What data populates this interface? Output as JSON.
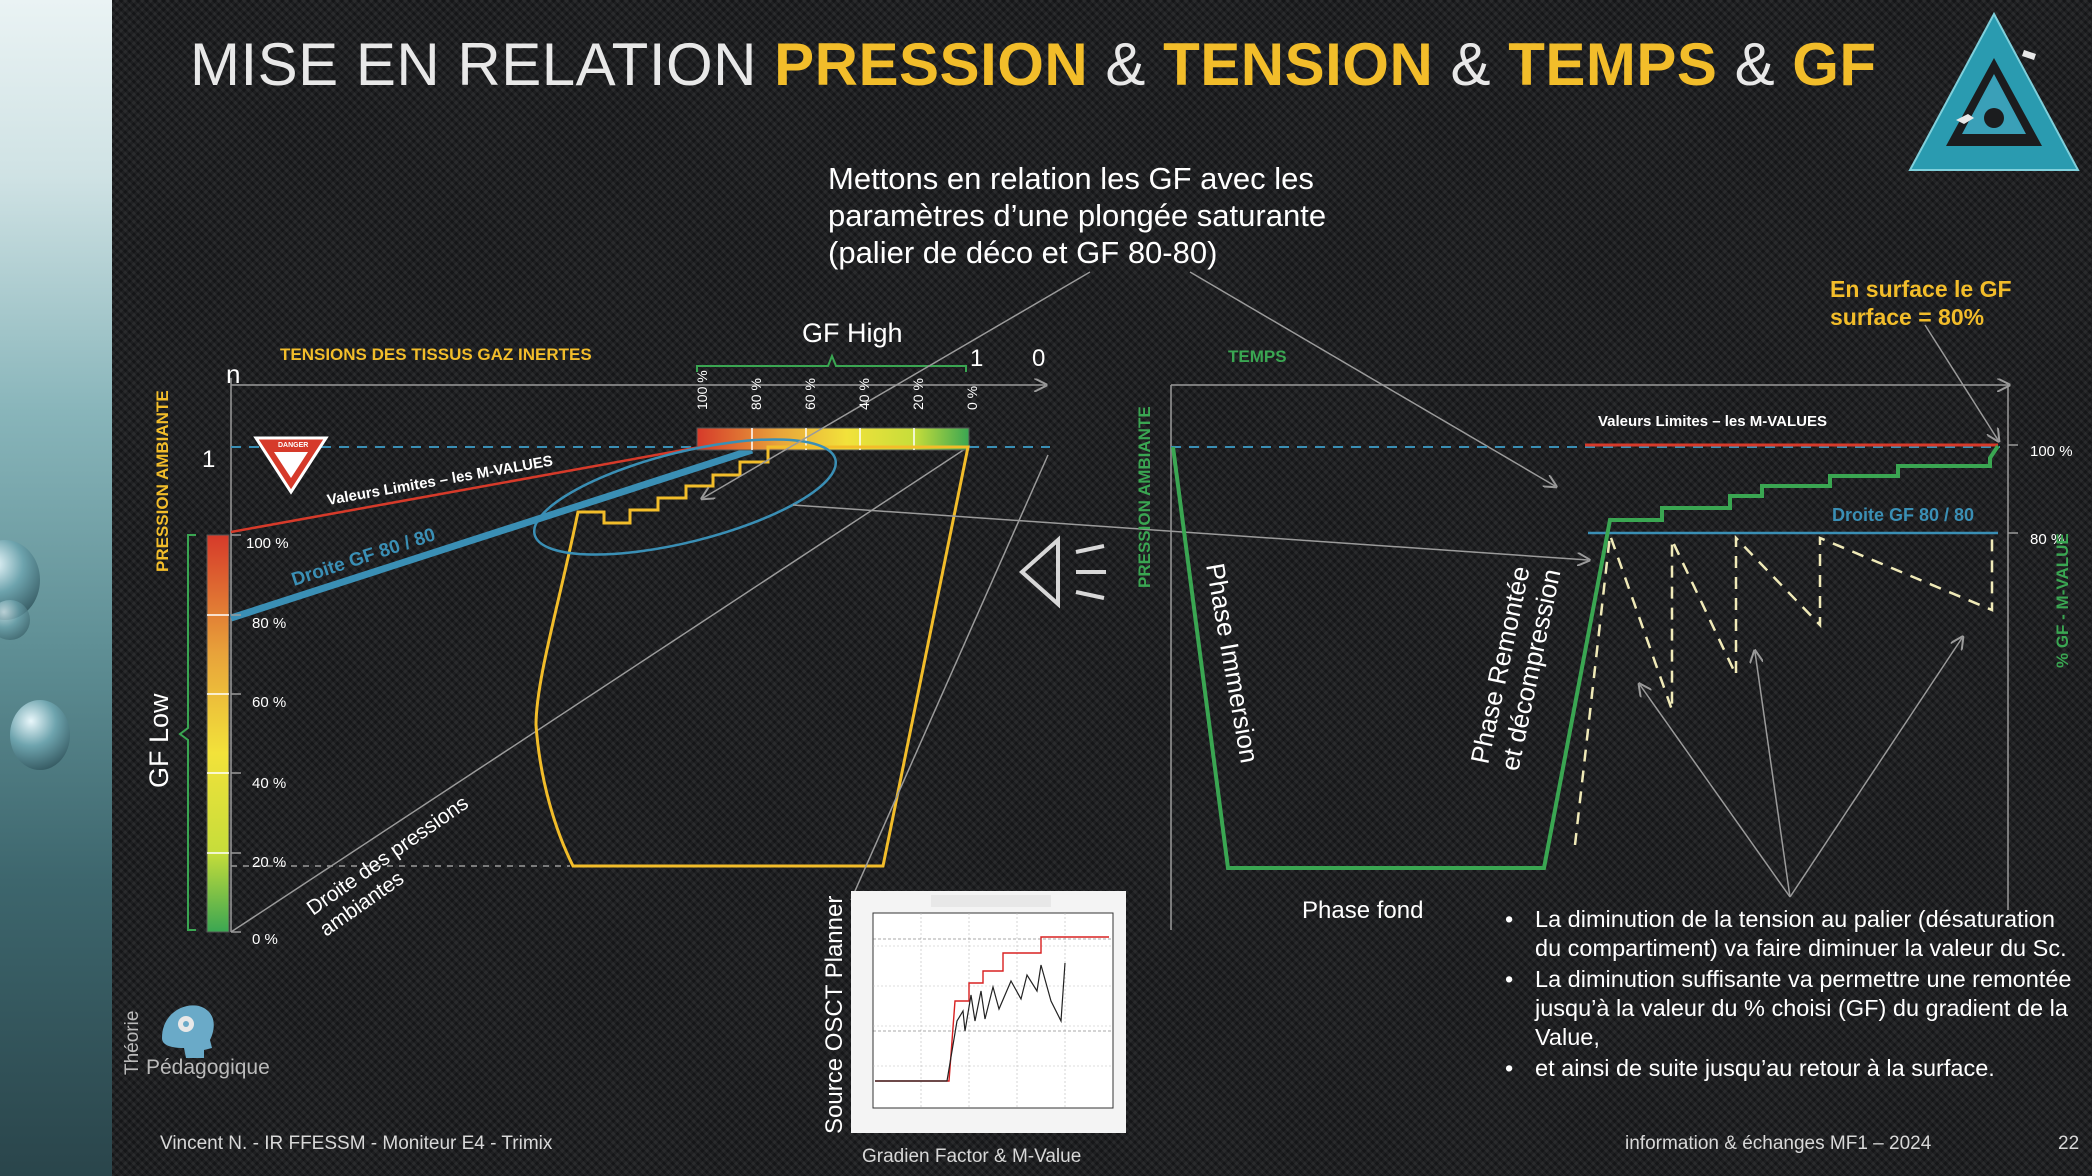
{
  "title": {
    "prefix": "MISE EN RELATION",
    "w1": "PRESSION",
    "amp1": "&",
    "w2": "TENSION",
    "amp2": "&",
    "w3": "TEMPS",
    "amp3": "&",
    "w4": "GF"
  },
  "intro": {
    "line1": "Mettons en relation les GF avec les",
    "line2": "paramètres d’une plongée saturante",
    "line3": "(palier de déco et GF 80-80)"
  },
  "left_diagram": {
    "tensions_label": "TENSIONS DES TISSUS GAZ INERTES",
    "pression_ambiante": "PRESSION AMBIANTE",
    "n_label": "n",
    "one_label": "1",
    "gf_high": "GF High",
    "gf_high_one": "1",
    "gf_high_zero": "0",
    "gf_low": "GF Low",
    "m_values": "Valeurs Limites – les M-VALUES",
    "droite_gf": "Droite GF 80 / 80",
    "droite_pressions_1": "Droite des pressions",
    "droite_pressions_2": "ambiantes",
    "top_scale": [
      "100 %",
      "80 %",
      "60 %",
      "40 %",
      "20 %",
      "0 %"
    ],
    "side_scale": [
      "100 %",
      "80 %",
      "60 %",
      "40 %",
      "20 %",
      "0 %"
    ],
    "danger_sign": "DANGER"
  },
  "right_diagram": {
    "temps": "TEMPS",
    "pression_ambiante": "PRESSION AMBIANTE",
    "surface_note_1": "En surface le GF",
    "surface_note_2": "surface = 80%",
    "m_values": "Valeurs Limites – les M-VALUES",
    "droite_gf": "Droite GF 80 / 80",
    "pct_100": "100 %",
    "pct_80": "80 %",
    "gf_axis": "% GF - M-VALUE",
    "phase_immersion": "Phase Immersion",
    "phase_remontee_1": "Phase Remontée",
    "phase_remontee_2": "et décompression",
    "phase_fond": "Phase fond"
  },
  "bullets": [
    "La diminution de la tension au palier (désaturation du compartiment) va faire diminuer la valeur du Sc.",
    "La diminution suffisante va permettre une remontée jusqu’à la valeur du % choisi (GF) du gradient de la Value,",
    "et ainsi de suite jusqu’au retour à la surface."
  ],
  "source": {
    "label": "Source OSCT Planner",
    "caption": "Gradien Factor & M-Value"
  },
  "badge": {
    "line1": "Théorie",
    "line2": "Pédagogique"
  },
  "footer": {
    "author": "Vincent N. - IR FFESSM - Moniteur E4 - Trimix",
    "event": "information & échanges MF1 – 2024",
    "page": "22"
  },
  "colors": {
    "accent_yellow": "#f2bd2a",
    "green": "#3aa652",
    "red": "#d63a2a",
    "blue": "#3a8fb5",
    "profile_yellow": "#f2bd2a"
  }
}
